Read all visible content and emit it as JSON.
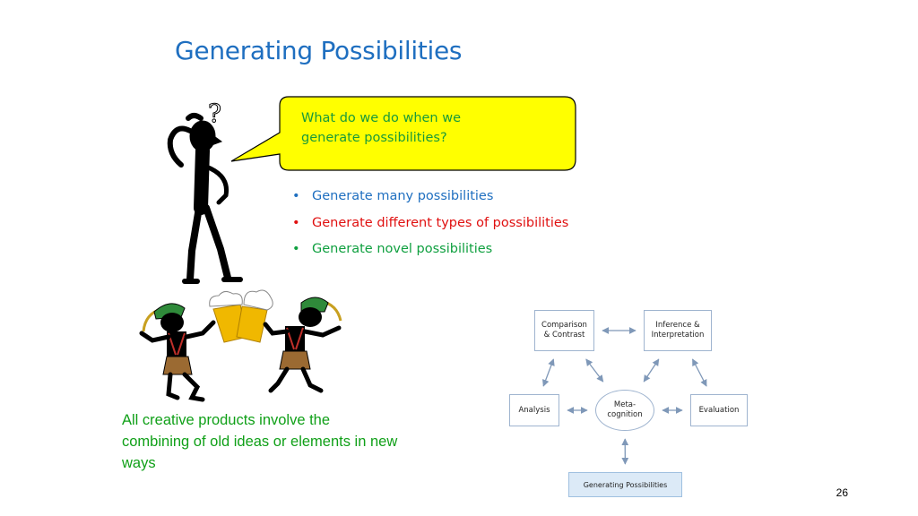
{
  "slide": {
    "title": "Generating Possibilities",
    "bubble_text": "What do we do when we generate possibilities?",
    "question_mark": "?",
    "bullets": [
      {
        "text": "Generate many possibilities",
        "color": "#1f6fc0"
      },
      {
        "text": "Generate different types of possibilities",
        "color": "#e01010"
      },
      {
        "text": "Generate novel possibilities",
        "color": "#10a040"
      }
    ],
    "caption": "All creative products involve the combining of old ideas or elements in new ways",
    "page_number": "26"
  },
  "diagram": {
    "nodes": {
      "comparison": [
        "Comparison",
        "& Contrast"
      ],
      "inference": [
        "Inference &",
        "Interpretation"
      ],
      "analysis": [
        "Analysis"
      ],
      "metacognition": [
        "Meta-",
        "cognition"
      ],
      "evaluation": [
        "Evaluation"
      ],
      "generating": [
        "Generating Possibilities"
      ]
    },
    "edges": [
      [
        "comparison",
        "inference"
      ],
      [
        "comparison",
        "analysis"
      ],
      [
        "comparison",
        "metacognition"
      ],
      [
        "inference",
        "metacognition"
      ],
      [
        "inference",
        "evaluation"
      ],
      [
        "analysis",
        "metacognition"
      ],
      [
        "metacognition",
        "evaluation"
      ],
      [
        "metacognition",
        "generating"
      ]
    ]
  },
  "colors": {
    "title": "#1f6fc0",
    "bubble_fill": "#ffff00",
    "arrow": "#7f98b8"
  }
}
